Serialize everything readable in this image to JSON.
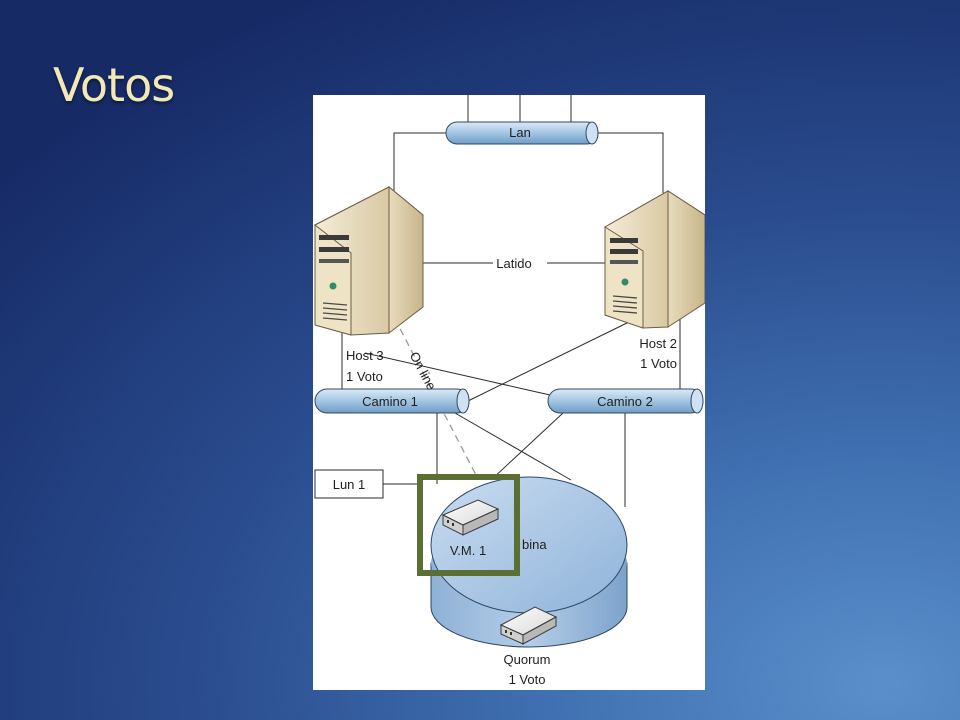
{
  "slide": {
    "title": "Votos"
  },
  "diagram": {
    "lan_label": "Lan",
    "heartbeat_label": "Latido",
    "host3": {
      "name": "Host 3",
      "votes": "1 Voto"
    },
    "host2": {
      "name": "Host 2",
      "votes": "1 Voto"
    },
    "path1_label": "Camino 1",
    "path2_label": "Camino 2",
    "online_label": "On line",
    "lun_label": "Lun 1",
    "storage_label_partial": "bina",
    "vm_label": "V.M. 1",
    "quorum": {
      "name": "Quorum",
      "votes": "1 Voto"
    },
    "colors": {
      "title": "#f3e9b6",
      "highlight_box": "#5c6f32",
      "pipe": "#9cc0df",
      "disk": "#a9c7e6"
    }
  }
}
